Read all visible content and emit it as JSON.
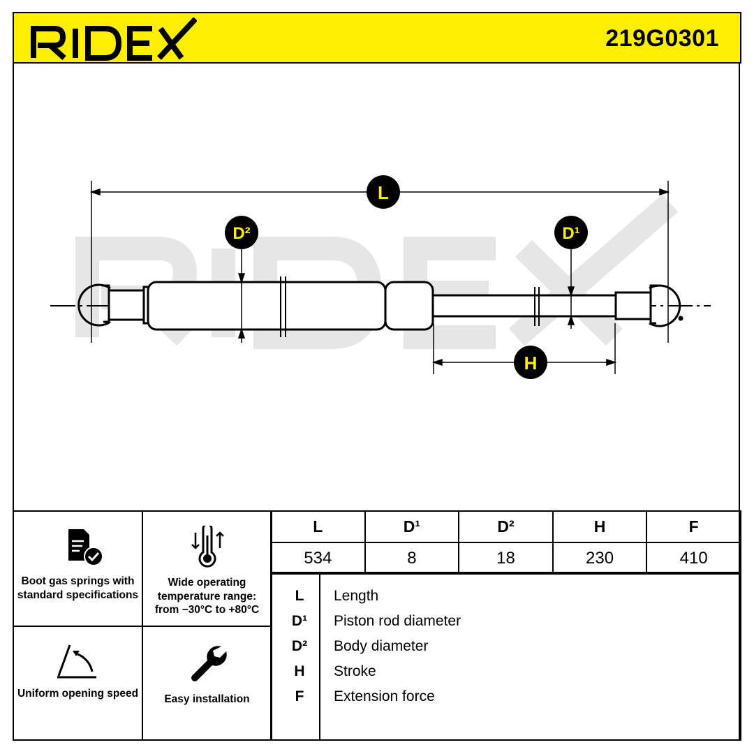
{
  "header": {
    "brand": "RIDEX",
    "part_number": "219G0301"
  },
  "drawing": {
    "watermark": "RIDEX",
    "labels": {
      "L": "L",
      "D2": "D²",
      "D1": "D¹",
      "H": "H"
    },
    "colors": {
      "badge": "#000000",
      "badge_text": "#ffee00",
      "watermark": "#e6e6e6"
    }
  },
  "features": [
    {
      "icon": "document-check-icon",
      "text": "Boot gas springs with standard specifications"
    },
    {
      "icon": "thermometer-arrows-icon",
      "text": "Wide operating temperature range: from −30°C to +80°C"
    },
    {
      "icon": "opening-angle-icon",
      "text": "Uniform opening speed"
    },
    {
      "icon": "wrench-icon",
      "text": "Easy installation"
    }
  ],
  "spec_table": {
    "headers": [
      "L",
      "D¹",
      "D²",
      "H",
      "F"
    ],
    "values": [
      "534",
      "8",
      "18",
      "230",
      "410"
    ]
  },
  "legend": [
    {
      "symbol": "L",
      "description": "Length"
    },
    {
      "symbol": "D¹",
      "description": "Piston rod diameter"
    },
    {
      "symbol": "D²",
      "description": "Body diameter"
    },
    {
      "symbol": "H",
      "description": "Stroke"
    },
    {
      "symbol": "F",
      "description": "Extension force"
    }
  ],
  "colors": {
    "brand_yellow": "#ffee00",
    "line": "#000000"
  }
}
